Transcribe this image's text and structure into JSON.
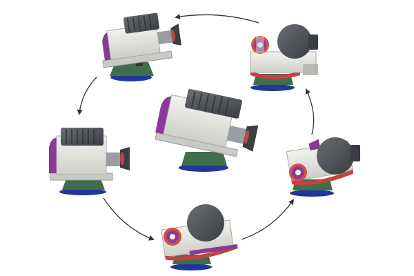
{
  "figure": {
    "view_count": 6,
    "arrow_direction": "counter-clockwise",
    "views": [
      {
        "id": "top-left",
        "orientation": "side-left"
      },
      {
        "id": "top-right",
        "orientation": "front"
      },
      {
        "id": "middle-left",
        "orientation": "side-left-level"
      },
      {
        "id": "center",
        "orientation": "tilted"
      },
      {
        "id": "middle-right",
        "orientation": "front-tilted"
      },
      {
        "id": "bottom-center",
        "orientation": "front-low"
      }
    ],
    "colors": {
      "housing_light": "#e7e7e2",
      "housing_mid": "#cfcfca",
      "motor_dark": "#46494d",
      "motor_mid": "#5c6065",
      "accent_purple": "#8a3a95",
      "base_green": "#3f6e4d",
      "base_blue": "#20379a",
      "lens_red": "#d2504a",
      "arrow": "#333333"
    }
  }
}
